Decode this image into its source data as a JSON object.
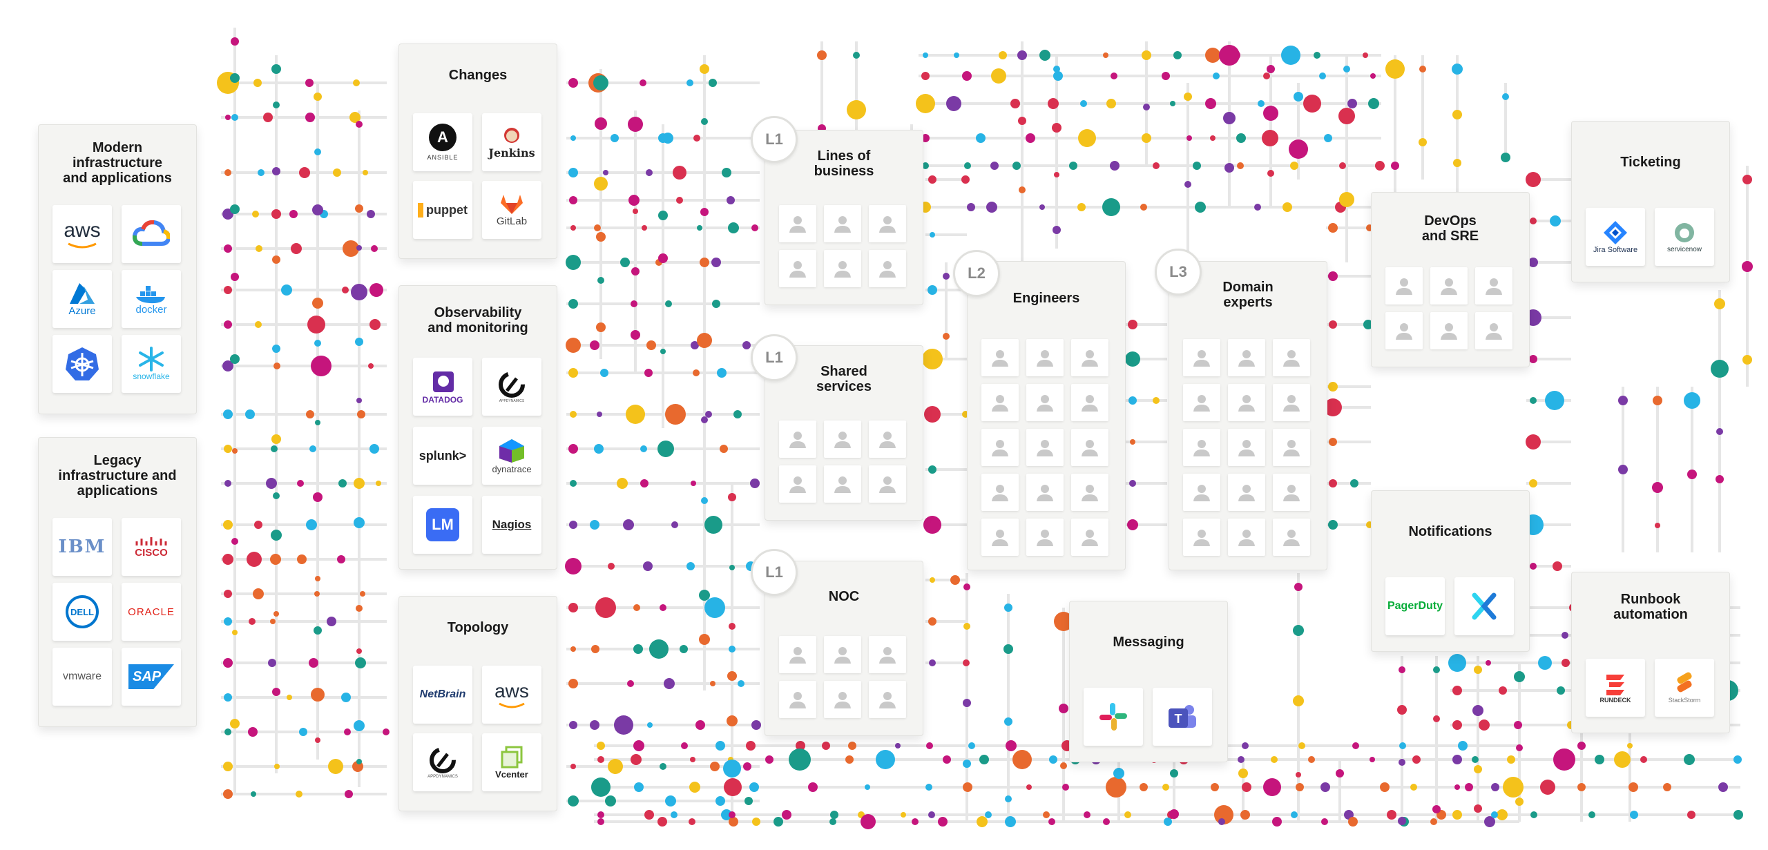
{
  "palette": {
    "red": "#d9304f",
    "orange": "#e8692e",
    "yellow": "#f4c21b",
    "purple": "#7a3aa5",
    "magenta": "#c5157c",
    "teal": "#1a9b89",
    "cyan": "#27b3e5",
    "line": "#e6e6e6"
  },
  "groups": {
    "modern": {
      "title": "Modern\ninfrastructure\nand applications",
      "logos": [
        {
          "icon": "aws-logo",
          "label": "aws"
        },
        {
          "icon": "google-cloud-logo",
          "label": ""
        },
        {
          "icon": "azure-logo",
          "label": "Azure"
        },
        {
          "icon": "docker-logo",
          "label": "docker"
        },
        {
          "icon": "kubernetes-logo",
          "label": ""
        },
        {
          "icon": "snowflake-logo",
          "label": "snowflake"
        }
      ]
    },
    "legacy": {
      "title": "Legacy\ninfrastructure and\napplications",
      "logos": [
        {
          "icon": "ibm-logo",
          "label": "IBM"
        },
        {
          "icon": "cisco-logo",
          "label": "CISCO"
        },
        {
          "icon": "dell-logo",
          "label": "DELL"
        },
        {
          "icon": "oracle-logo",
          "label": "ORACLE"
        },
        {
          "icon": "vmware-logo",
          "label": "vmware"
        },
        {
          "icon": "sap-logo",
          "label": "SAP"
        }
      ]
    },
    "changes": {
      "title": "Changes",
      "logos": [
        {
          "icon": "ansible-logo",
          "label": "ANSIBLE"
        },
        {
          "icon": "jenkins-logo",
          "label": "Jenkins"
        },
        {
          "icon": "puppet-logo",
          "label": "puppet"
        },
        {
          "icon": "gitlab-logo",
          "label": "GitLab"
        }
      ]
    },
    "observability": {
      "title": "Observability\nand monitoring",
      "logos": [
        {
          "icon": "datadog-logo",
          "label": "DATADOG"
        },
        {
          "icon": "appdynamics-logo",
          "label": "APPDYNAMICS"
        },
        {
          "icon": "splunk-logo",
          "label": "splunk>"
        },
        {
          "icon": "dynatrace-logo",
          "label": "dynatrace"
        },
        {
          "icon": "logicmonitor-logo",
          "label": "LM"
        },
        {
          "icon": "nagios-logo",
          "label": "Nagios"
        }
      ]
    },
    "topology": {
      "title": "Topology",
      "logos": [
        {
          "icon": "netbrain-logo",
          "label": "NetBrain"
        },
        {
          "icon": "aws-logo",
          "label": "aws"
        },
        {
          "icon": "appdynamics-logo",
          "label": "APPDYNAMICS"
        },
        {
          "icon": "vcenter-logo",
          "label": "Vcenter"
        }
      ]
    },
    "lob": {
      "title": "Lines of\nbusiness",
      "level": "L1"
    },
    "shared": {
      "title": "Shared\nservices",
      "level": "L1"
    },
    "noc": {
      "title": "NOC",
      "level": "L1"
    },
    "engineers": {
      "title": "Engineers",
      "level": "L2"
    },
    "domain": {
      "title": "Domain\nexperts",
      "level": "L3"
    },
    "devops": {
      "title": "DevOps\nand SRE"
    },
    "messaging": {
      "title": "Messaging",
      "logos": [
        {
          "icon": "slack-logo",
          "label": ""
        },
        {
          "icon": "teams-logo",
          "label": ""
        }
      ]
    },
    "notifications": {
      "title": "Notifications",
      "logos": [
        {
          "icon": "pagerduty-logo",
          "label": "PagerDuty"
        },
        {
          "icon": "xmatters-logo",
          "label": ""
        }
      ]
    },
    "ticketing": {
      "title": "Ticketing",
      "logos": [
        {
          "icon": "jira-logo",
          "label": "Jira Software"
        },
        {
          "icon": "servicenow-logo",
          "label": "servicenow"
        }
      ]
    },
    "runbook": {
      "title": "Runbook\nautomation",
      "logos": [
        {
          "icon": "rundeck-logo",
          "label": "RUNDECK"
        },
        {
          "icon": "stackstorm-logo",
          "label": "StackStorm"
        }
      ]
    }
  }
}
